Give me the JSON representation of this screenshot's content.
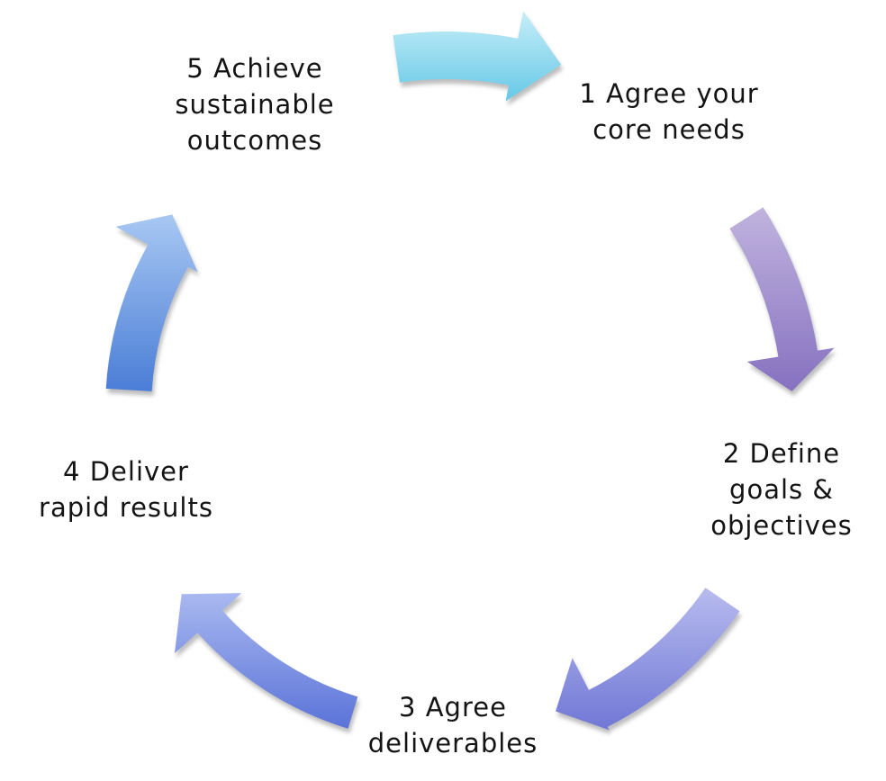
{
  "background_color": "#ffffff",
  "text_color": "#141414",
  "cycle": {
    "steps": [
      {
        "num": "1",
        "lines": [
          "1 Agree your",
          "core needs"
        ]
      },
      {
        "num": "2",
        "lines": [
          "2 Define",
          "goals &",
          "objectives"
        ]
      },
      {
        "num": "3",
        "lines": [
          "3 Agree",
          "deliverables"
        ]
      },
      {
        "num": "4",
        "lines": [
          "4 Deliver",
          "rapid results"
        ]
      },
      {
        "num": "5",
        "lines": [
          "5 Achieve",
          "sustainable",
          "outcomes"
        ]
      }
    ],
    "arrows": [
      {
        "from": "5",
        "to": "1",
        "color_top": "#c6eef8",
        "color_bottom": "#66c8e7"
      },
      {
        "from": "1",
        "to": "2",
        "color_top": "#c0b3de",
        "color_bottom": "#8571c0"
      },
      {
        "from": "2",
        "to": "3",
        "color_top": "#b7bbee",
        "color_bottom": "#7077d5"
      },
      {
        "from": "3",
        "to": "4",
        "color_top": "#a9b8f0",
        "color_bottom": "#5a73d8"
      },
      {
        "from": "4",
        "to": "5",
        "color_top": "#a8c8f3",
        "color_bottom": "#4a7dd6"
      }
    ]
  }
}
